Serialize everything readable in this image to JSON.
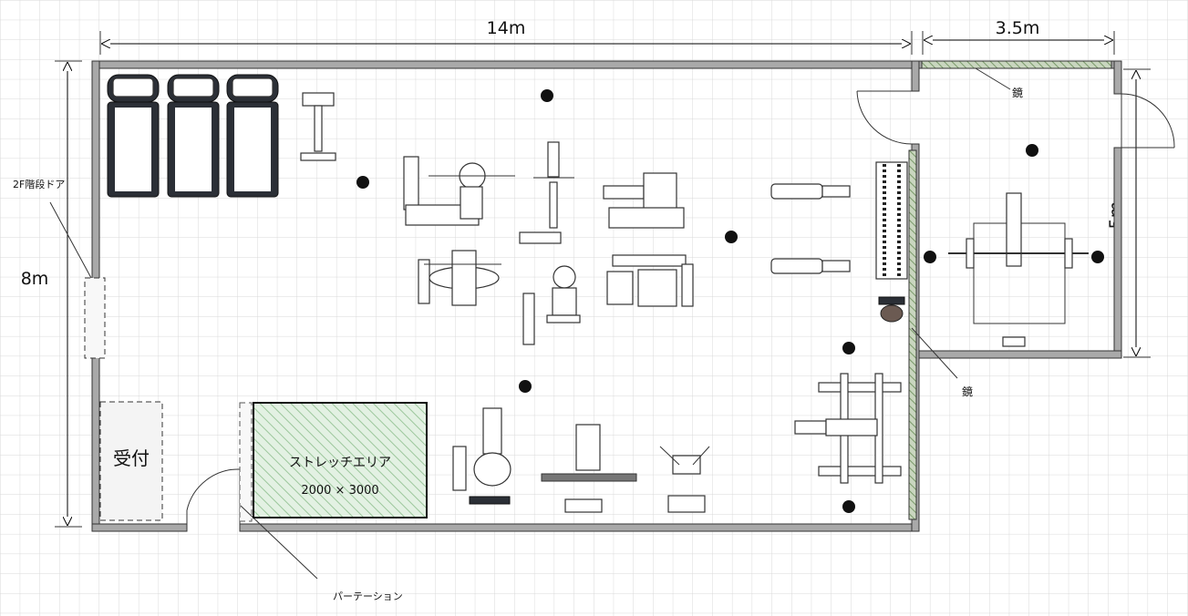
{
  "dimensions": {
    "width_main": "14m",
    "width_annex": "3.5m",
    "height_main": "8m",
    "height_annex": "5m"
  },
  "labels": {
    "stair_door": "2F階段ドア",
    "reception": "受付",
    "stretch_area": "ストレッチエリア",
    "stretch_size": "2000 × 3000",
    "mirror_top": "鏡",
    "mirror_right": "鏡",
    "partition": "パーテーション"
  },
  "colors": {
    "wall": "#a9a9a9",
    "grid": "#d9d9d9",
    "stretch_fill": "#e3f1e3",
    "stretch_hatch": "#9cc79c",
    "mirror_hatch": "#7a9a6a"
  }
}
